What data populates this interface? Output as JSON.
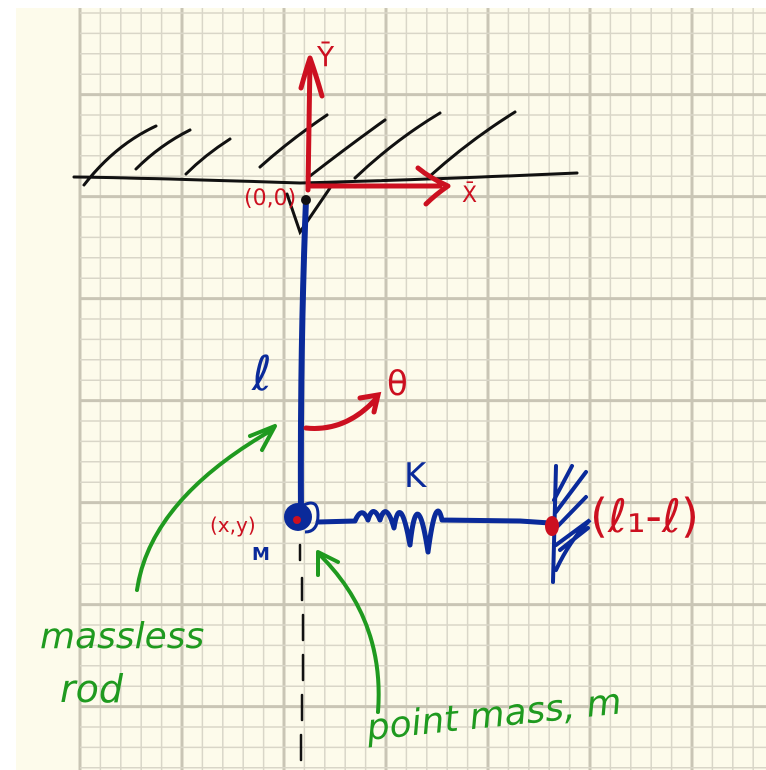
{
  "diagram": {
    "axis_y_label": "Ȳ",
    "axis_x_label": "X̄",
    "origin_label": "(0,0)",
    "length_label": "ℓ",
    "angle_label": "θ",
    "spring_label": "K",
    "mass_position_label": "(x,y)",
    "mass_label": "M",
    "wall_position_label": "(ℓ₁-ℓ)",
    "rod_annotation": [
      "massless",
      "rod"
    ],
    "mass_annotation": "point mass, m"
  },
  "colors": {
    "paper": "#fdfbeb",
    "grid": "#d9d6c8",
    "grid_major": "#c9c5b5",
    "ink_black": "#111111",
    "ink_red": "#cc1020",
    "ink_blue": "#0a2a9a",
    "ink_green": "#1f9a1f"
  }
}
